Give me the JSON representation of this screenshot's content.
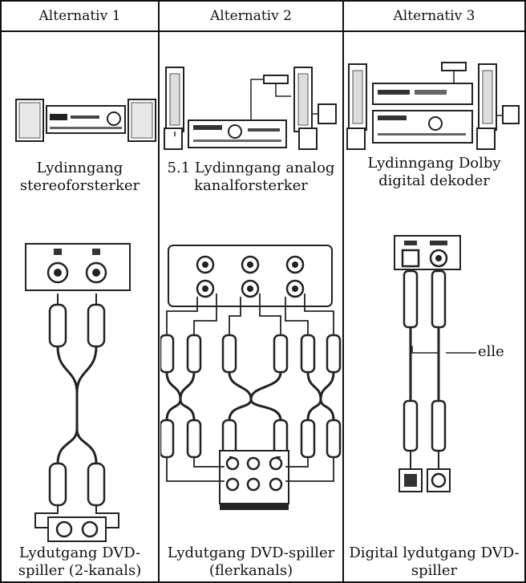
{
  "headers": [
    "Alternativ 1",
    "Alternativ 2",
    "Alternativ 3"
  ],
  "receivers": [
    {
      "caption_line1": "Lydinngang",
      "caption_line2": "stereoforsterker"
    },
    {
      "caption_line1": "5.1 Lydinngang analog",
      "caption_line2": "kanalforsterker"
    },
    {
      "caption_line1": "Lydinngang Dolby",
      "caption_line2": "digital dekoder"
    }
  ],
  "players": [
    {
      "caption_line1": "Lydutgang DVD-",
      "caption_line2": "spiller (2-kanals)"
    },
    {
      "caption_line1": "Lydutgang DVD-spiller",
      "caption_line2": "(flerkanals)"
    },
    {
      "caption_line1": "Digital lydutgang DVD-",
      "caption_line2": "spiller"
    }
  ],
  "cable_label": "elle"
}
